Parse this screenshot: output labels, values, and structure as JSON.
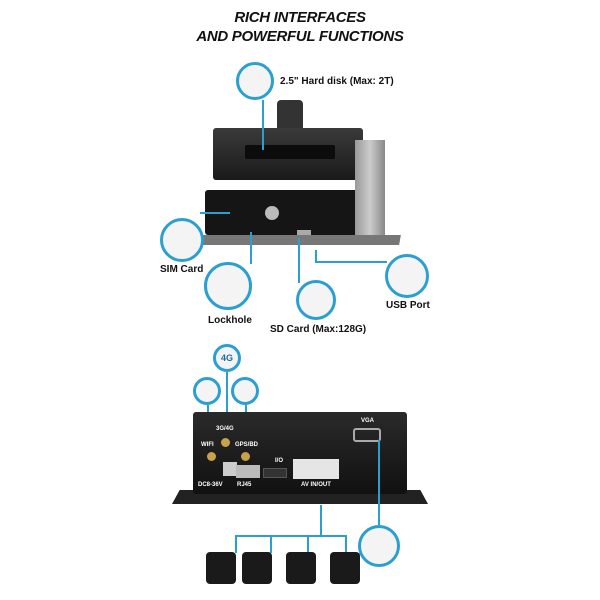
{
  "title": {
    "line1": "RICH INTERFACES",
    "line2": "AND POWERFUL FUNCTIONS"
  },
  "callouts": {
    "hdd": "2.5\" Hard disk (Max: 2T)",
    "sim": "SIM Card",
    "lock": "Lockhole",
    "sd": "SD Card (Max:128G)",
    "usb": "USB Port"
  },
  "ports": {
    "g3g4": "3G/4G",
    "wifi": "WIFI",
    "gps": "GPS/BD",
    "vga": "VGA",
    "io": "I/O",
    "power": "DC8-36V",
    "rj45": "RJ45",
    "av": "AV IN/OUT",
    "badge": "4G"
  },
  "colors": {
    "accent": "#2b9fd0"
  }
}
